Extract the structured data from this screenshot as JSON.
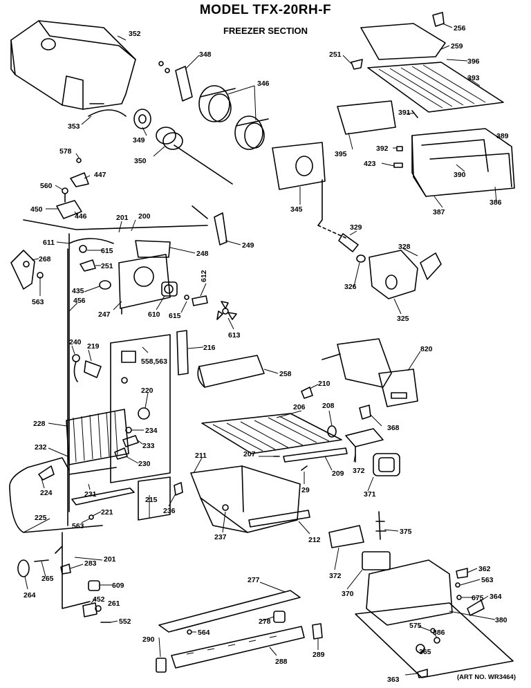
{
  "header": {
    "title": "MODEL TFX-20RH-F",
    "subtitle": "FREEZER SECTION"
  },
  "footer": {
    "art_no": "(ART NO. WR3464)"
  },
  "parts": [
    {
      "id": "p352",
      "label": "352"
    },
    {
      "id": "p348",
      "label": "348"
    },
    {
      "id": "p346",
      "label": "346"
    },
    {
      "id": "p353",
      "label": "353"
    },
    {
      "id": "p349",
      "label": "349"
    },
    {
      "id": "p350",
      "label": "350"
    },
    {
      "id": "p345",
      "label": "345"
    },
    {
      "id": "p256",
      "label": "256"
    },
    {
      "id": "p259",
      "label": "259"
    },
    {
      "id": "p251a",
      "label": "251"
    },
    {
      "id": "p396",
      "label": "396"
    },
    {
      "id": "p393",
      "label": "393"
    },
    {
      "id": "p391",
      "label": "391"
    },
    {
      "id": "p395",
      "label": "395"
    },
    {
      "id": "p389",
      "label": "389"
    },
    {
      "id": "p392",
      "label": "392"
    },
    {
      "id": "p423",
      "label": "423"
    },
    {
      "id": "p390",
      "label": "390"
    },
    {
      "id": "p387",
      "label": "387"
    },
    {
      "id": "p386a",
      "label": "386"
    },
    {
      "id": "p578",
      "label": "578"
    },
    {
      "id": "p447",
      "label": "447"
    },
    {
      "id": "p560",
      "label": "560"
    },
    {
      "id": "p450",
      "label": "450"
    },
    {
      "id": "p446",
      "label": "446"
    },
    {
      "id": "p201a",
      "label": "201"
    },
    {
      "id": "p200",
      "label": "200"
    },
    {
      "id": "p611",
      "label": "611"
    },
    {
      "id": "p615a",
      "label": "615"
    },
    {
      "id": "p248",
      "label": "248"
    },
    {
      "id": "p249",
      "label": "249"
    },
    {
      "id": "p268",
      "label": "268"
    },
    {
      "id": "p251b",
      "label": "251"
    },
    {
      "id": "p435",
      "label": "435"
    },
    {
      "id": "p456",
      "label": "456"
    },
    {
      "id": "p563a",
      "label": "563"
    },
    {
      "id": "p247",
      "label": "247"
    },
    {
      "id": "p610",
      "label": "610"
    },
    {
      "id": "p615b",
      "label": "615"
    },
    {
      "id": "p612",
      "label": "612"
    },
    {
      "id": "p613",
      "label": "613"
    },
    {
      "id": "p329",
      "label": "329"
    },
    {
      "id": "p328",
      "label": "328"
    },
    {
      "id": "p326",
      "label": "326"
    },
    {
      "id": "p325",
      "label": "325"
    },
    {
      "id": "p240",
      "label": "240"
    },
    {
      "id": "p219",
      "label": "219"
    },
    {
      "id": "p558",
      "label": "558,563"
    },
    {
      "id": "p216",
      "label": "216"
    },
    {
      "id": "p258",
      "label": "258"
    },
    {
      "id": "p820",
      "label": "820"
    },
    {
      "id": "p220",
      "label": "220"
    },
    {
      "id": "p210",
      "label": "210"
    },
    {
      "id": "p206",
      "label": "206"
    },
    {
      "id": "p208",
      "label": "208"
    },
    {
      "id": "p368",
      "label": "368"
    },
    {
      "id": "p228",
      "label": "228"
    },
    {
      "id": "p234",
      "label": "234"
    },
    {
      "id": "p233",
      "label": "233"
    },
    {
      "id": "p232",
      "label": "232"
    },
    {
      "id": "p230",
      "label": "230"
    },
    {
      "id": "p207",
      "label": "207"
    },
    {
      "id": "p209",
      "label": "209"
    },
    {
      "id": "p372a",
      "label": "372"
    },
    {
      "id": "p211",
      "label": "211"
    },
    {
      "id": "p224",
      "label": "224"
    },
    {
      "id": "p231",
      "label": "231"
    },
    {
      "id": "p215",
      "label": "215"
    },
    {
      "id": "p236",
      "label": "236"
    },
    {
      "id": "p29",
      "label": "29"
    },
    {
      "id": "p371",
      "label": "371"
    },
    {
      "id": "p221",
      "label": "221"
    },
    {
      "id": "p225",
      "label": "225"
    },
    {
      "id": "p563b",
      "label": "563"
    },
    {
      "id": "p237",
      "label": "237"
    },
    {
      "id": "p212",
      "label": "212"
    },
    {
      "id": "p375",
      "label": "375"
    },
    {
      "id": "p283",
      "label": "283"
    },
    {
      "id": "p201b",
      "label": "201"
    },
    {
      "id": "p265",
      "label": "265"
    },
    {
      "id": "p372b",
      "label": "372"
    },
    {
      "id": "p277",
      "label": "277"
    },
    {
      "id": "p362",
      "label": "362"
    },
    {
      "id": "p563c",
      "label": "563"
    },
    {
      "id": "p609",
      "label": "609"
    },
    {
      "id": "p264",
      "label": "264"
    },
    {
      "id": "p452",
      "label": "452"
    },
    {
      "id": "p261",
      "label": "261"
    },
    {
      "id": "p370",
      "label": "370"
    },
    {
      "id": "p675",
      "label": "675"
    },
    {
      "id": "p364",
      "label": "364"
    },
    {
      "id": "p552",
      "label": "552"
    },
    {
      "id": "p278",
      "label": "278"
    },
    {
      "id": "p575",
      "label": "575"
    },
    {
      "id": "p386b",
      "label": "386"
    },
    {
      "id": "p380",
      "label": "380"
    },
    {
      "id": "p290",
      "label": "290"
    },
    {
      "id": "p564",
      "label": "564"
    },
    {
      "id": "p289",
      "label": "289"
    },
    {
      "id": "p288",
      "label": "288"
    },
    {
      "id": "p365",
      "label": "365"
    },
    {
      "id": "p363",
      "label": "363"
    }
  ]
}
